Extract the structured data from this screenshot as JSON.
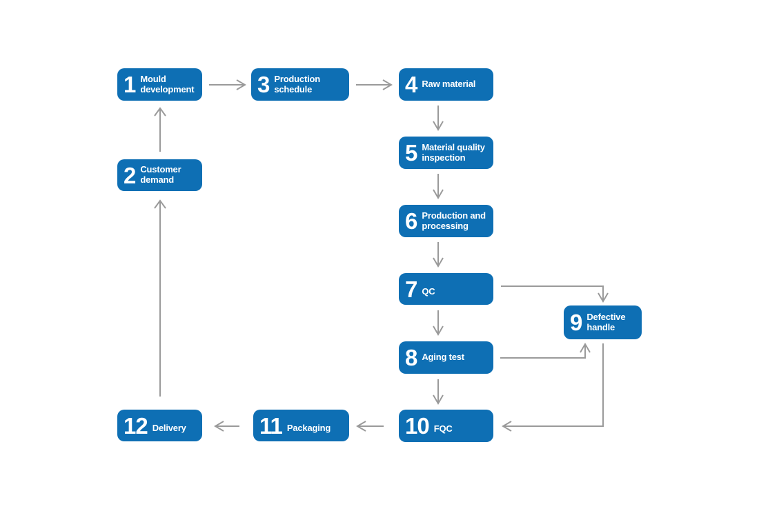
{
  "diagram": {
    "type": "flowchart",
    "background_color": "#ffffff",
    "box_color": "#0e6fb4",
    "box_text_color": "#ffffff",
    "arrow_color": "#9a9a9a",
    "steps": [
      {
        "number": "1",
        "label": "Mould development"
      },
      {
        "number": "2",
        "label": "Customer demand"
      },
      {
        "number": "3",
        "label": "Production schedule"
      },
      {
        "number": "4",
        "label": "Raw material"
      },
      {
        "number": "5",
        "label": "Material quality inspection"
      },
      {
        "number": "6",
        "label": "Production and processing"
      },
      {
        "number": "7",
        "label": "QC"
      },
      {
        "number": "8",
        "label": "Aging test"
      },
      {
        "number": "9",
        "label": "Defective handle"
      },
      {
        "number": "10",
        "label": "FQC"
      },
      {
        "number": "11",
        "label": "Packaging"
      },
      {
        "number": "12",
        "label": "Delivery"
      }
    ],
    "connections": [
      {
        "from": "2",
        "to": "1"
      },
      {
        "from": "1",
        "to": "3"
      },
      {
        "from": "3",
        "to": "4"
      },
      {
        "from": "4",
        "to": "5"
      },
      {
        "from": "5",
        "to": "6"
      },
      {
        "from": "6",
        "to": "7"
      },
      {
        "from": "7",
        "to": "8"
      },
      {
        "from": "7",
        "to": "9"
      },
      {
        "from": "8",
        "to": "9"
      },
      {
        "from": "8",
        "to": "10"
      },
      {
        "from": "9",
        "to": "10"
      },
      {
        "from": "10",
        "to": "11"
      },
      {
        "from": "11",
        "to": "12"
      },
      {
        "from": "12",
        "to": "2"
      }
    ]
  }
}
